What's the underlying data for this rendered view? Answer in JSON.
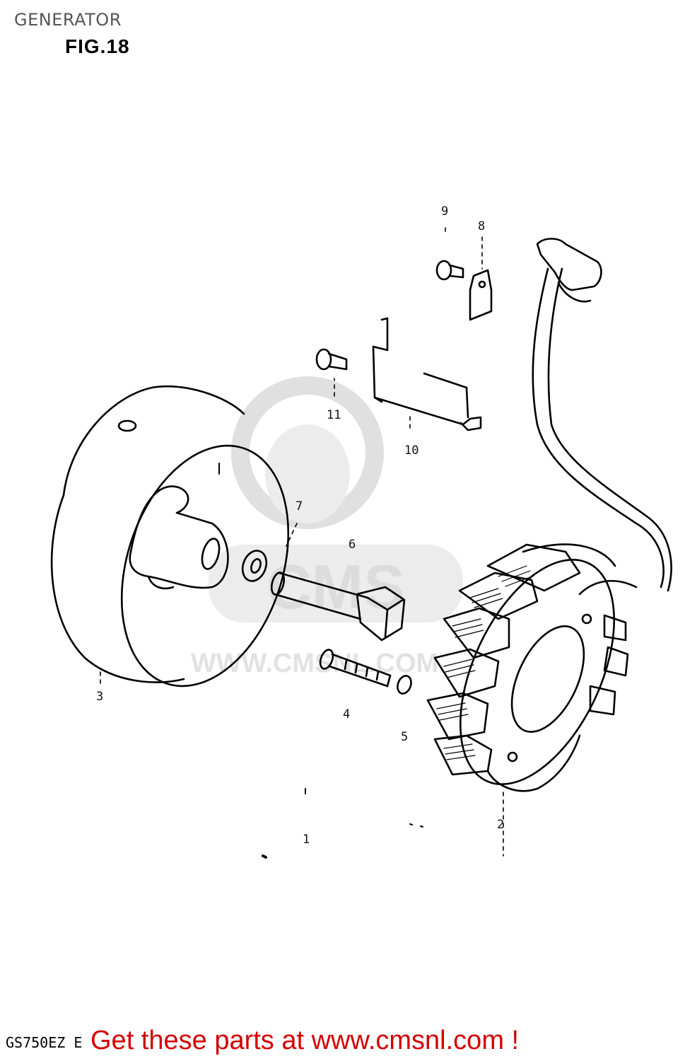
{
  "header": {
    "title": "GENERATOR",
    "figure": "FIG.18"
  },
  "callouts": [
    {
      "id": "1",
      "label": "1"
    },
    {
      "id": "2",
      "label": "2"
    },
    {
      "id": "3",
      "label": "3"
    },
    {
      "id": "4",
      "label": "4"
    },
    {
      "id": "5",
      "label": "5"
    },
    {
      "id": "6",
      "label": "6"
    },
    {
      "id": "7",
      "label": "7"
    },
    {
      "id": "8",
      "label": "8"
    },
    {
      "id": "9",
      "label": "9"
    },
    {
      "id": "10",
      "label": "10"
    },
    {
      "id": "11",
      "label": "11"
    }
  ],
  "footer": {
    "model_code": "GS750EZ E",
    "promo": "Get these parts at www.cmsnl.com !"
  },
  "watermark": {
    "text": "WWW.CMSNL.COM",
    "brand": "CMS"
  },
  "colors": {
    "title_gray": "#555555",
    "promo_red": "#d40000",
    "watermark_gray": "#e6e6e6",
    "line_black": "#000000"
  }
}
